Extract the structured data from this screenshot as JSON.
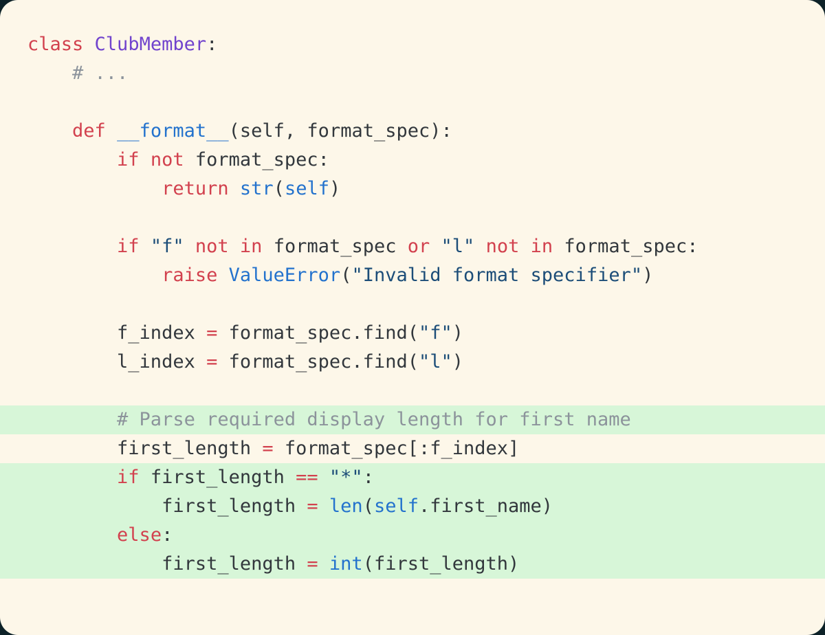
{
  "slide": {
    "background_color": "#0d2228",
    "card_color": "#fdf7e9",
    "highlight_color": "#d7f6d8"
  },
  "syntax_colors": {
    "keyword": "#d2414e",
    "operator": "#d2414e",
    "builtin": "#2372cd",
    "class_name": "#7143cd",
    "string": "#1c4d78",
    "comment": "#8c939b",
    "plain": "#32373c"
  },
  "code": {
    "language": "python",
    "lines": [
      {
        "highlighted": false,
        "tokens": [
          {
            "type": "keyword",
            "text": "class"
          },
          {
            "type": "plain",
            "text": " "
          },
          {
            "type": "class_name",
            "text": "ClubMember"
          },
          {
            "type": "plain",
            "text": ":"
          }
        ]
      },
      {
        "highlighted": false,
        "tokens": [
          {
            "type": "comment",
            "text": "    # ..."
          }
        ]
      },
      {
        "highlighted": false,
        "tokens": []
      },
      {
        "highlighted": false,
        "tokens": [
          {
            "type": "plain",
            "text": "    "
          },
          {
            "type": "keyword",
            "text": "def"
          },
          {
            "type": "plain",
            "text": " "
          },
          {
            "type": "builtin",
            "text": "__format__"
          },
          {
            "type": "plain",
            "text": "(self, format_spec):"
          }
        ]
      },
      {
        "highlighted": false,
        "tokens": [
          {
            "type": "plain",
            "text": "        "
          },
          {
            "type": "keyword",
            "text": "if"
          },
          {
            "type": "plain",
            "text": " "
          },
          {
            "type": "keyword",
            "text": "not"
          },
          {
            "type": "plain",
            "text": " format_spec:"
          }
        ]
      },
      {
        "highlighted": false,
        "tokens": [
          {
            "type": "plain",
            "text": "            "
          },
          {
            "type": "keyword",
            "text": "return"
          },
          {
            "type": "plain",
            "text": " "
          },
          {
            "type": "builtin",
            "text": "str"
          },
          {
            "type": "plain",
            "text": "("
          },
          {
            "type": "builtin",
            "text": "self"
          },
          {
            "type": "plain",
            "text": ")"
          }
        ]
      },
      {
        "highlighted": false,
        "tokens": []
      },
      {
        "highlighted": false,
        "tokens": [
          {
            "type": "plain",
            "text": "        "
          },
          {
            "type": "keyword",
            "text": "if"
          },
          {
            "type": "plain",
            "text": " "
          },
          {
            "type": "string",
            "text": "\"f\""
          },
          {
            "type": "plain",
            "text": " "
          },
          {
            "type": "keyword",
            "text": "not"
          },
          {
            "type": "plain",
            "text": " "
          },
          {
            "type": "keyword",
            "text": "in"
          },
          {
            "type": "plain",
            "text": " format_spec "
          },
          {
            "type": "keyword",
            "text": "or"
          },
          {
            "type": "plain",
            "text": " "
          },
          {
            "type": "string",
            "text": "\"l\""
          },
          {
            "type": "plain",
            "text": " "
          },
          {
            "type": "keyword",
            "text": "not"
          },
          {
            "type": "plain",
            "text": " "
          },
          {
            "type": "keyword",
            "text": "in"
          },
          {
            "type": "plain",
            "text": " format_spec:"
          }
        ]
      },
      {
        "highlighted": false,
        "tokens": [
          {
            "type": "plain",
            "text": "            "
          },
          {
            "type": "keyword",
            "text": "raise"
          },
          {
            "type": "plain",
            "text": " "
          },
          {
            "type": "builtin",
            "text": "ValueError"
          },
          {
            "type": "plain",
            "text": "("
          },
          {
            "type": "string",
            "text": "\"Invalid format specifier\""
          },
          {
            "type": "plain",
            "text": ")"
          }
        ]
      },
      {
        "highlighted": false,
        "tokens": []
      },
      {
        "highlighted": false,
        "tokens": [
          {
            "type": "plain",
            "text": "        f_index "
          },
          {
            "type": "operator",
            "text": "="
          },
          {
            "type": "plain",
            "text": " format_spec.find("
          },
          {
            "type": "string",
            "text": "\"f\""
          },
          {
            "type": "plain",
            "text": ")"
          }
        ]
      },
      {
        "highlighted": false,
        "tokens": [
          {
            "type": "plain",
            "text": "        l_index "
          },
          {
            "type": "operator",
            "text": "="
          },
          {
            "type": "plain",
            "text": " format_spec.find("
          },
          {
            "type": "string",
            "text": "\"l\""
          },
          {
            "type": "plain",
            "text": ")"
          }
        ]
      },
      {
        "highlighted": false,
        "tokens": []
      },
      {
        "highlighted": true,
        "tokens": [
          {
            "type": "comment",
            "text": "        # Parse required display length for first name"
          }
        ]
      },
      {
        "highlighted": false,
        "tokens": [
          {
            "type": "plain",
            "text": "        first_length "
          },
          {
            "type": "operator",
            "text": "="
          },
          {
            "type": "plain",
            "text": " format_spec[:f_index]"
          }
        ]
      },
      {
        "highlighted": true,
        "tokens": [
          {
            "type": "plain",
            "text": "        "
          },
          {
            "type": "keyword",
            "text": "if"
          },
          {
            "type": "plain",
            "text": " first_length "
          },
          {
            "type": "operator",
            "text": "=="
          },
          {
            "type": "plain",
            "text": " "
          },
          {
            "type": "string",
            "text": "\"*\""
          },
          {
            "type": "plain",
            "text": ":"
          }
        ]
      },
      {
        "highlighted": true,
        "tokens": [
          {
            "type": "plain",
            "text": "            first_length "
          },
          {
            "type": "operator",
            "text": "="
          },
          {
            "type": "plain",
            "text": " "
          },
          {
            "type": "builtin",
            "text": "len"
          },
          {
            "type": "plain",
            "text": "("
          },
          {
            "type": "builtin",
            "text": "self"
          },
          {
            "type": "plain",
            "text": ".first_name)"
          }
        ]
      },
      {
        "highlighted": true,
        "tokens": [
          {
            "type": "plain",
            "text": "        "
          },
          {
            "type": "keyword",
            "text": "else"
          },
          {
            "type": "plain",
            "text": ":"
          }
        ]
      },
      {
        "highlighted": true,
        "tokens": [
          {
            "type": "plain",
            "text": "            first_length "
          },
          {
            "type": "operator",
            "text": "="
          },
          {
            "type": "plain",
            "text": " "
          },
          {
            "type": "builtin",
            "text": "int"
          },
          {
            "type": "plain",
            "text": "(first_length)"
          }
        ]
      }
    ]
  }
}
